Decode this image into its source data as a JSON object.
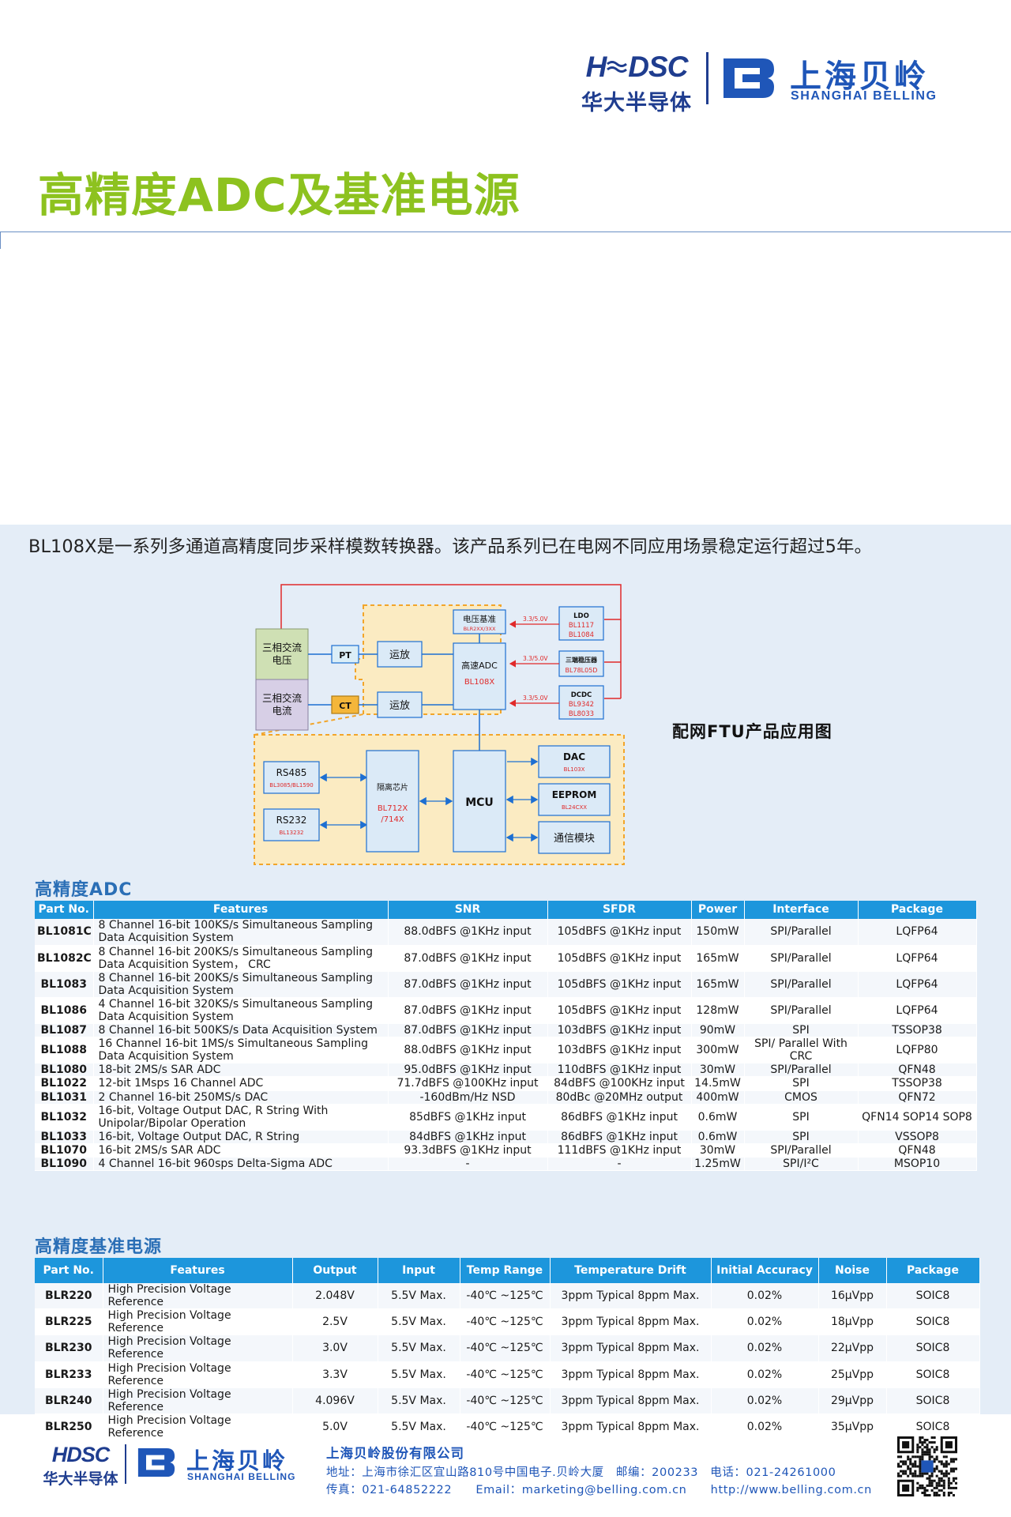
{
  "header": {
    "hdsc_mark": "HDSC",
    "hdsc_cn": "华大半导体",
    "belling_cn": "上海贝岭",
    "belling_en": "SHANGHAI BELLING",
    "title": "高精度ADC及基准电源"
  },
  "intro": "BL108X是一系列多通道高精度同步采样模数转换器。该产品系列已在电网不同应用场景稳定运行超过5年。",
  "diagram": {
    "caption": "配网FTU产品应用图",
    "blocks": {
      "voltage": "三相交流电压",
      "current": "三相交流电流",
      "pt": "PT",
      "ct": "CT",
      "opamp": "运放",
      "vref": "电压基准",
      "vref_part": "BLR2XX/3XX",
      "adc": "高速ADC",
      "adc_part": "BL108X",
      "ldo": "LDO",
      "ldo_parts": [
        "BL1117",
        "BL1084"
      ],
      "regulator": "三端稳压器",
      "regulator_part": "BL78L05D",
      "dcdc": "DCDC",
      "dcdc_parts": [
        "BL9342",
        "BL8033"
      ],
      "supply_label": "3.3/5.0V",
      "rs485": "RS485",
      "rs485_part": "BL3085/BL1590",
      "rs232": "RS232",
      "rs232_part": "BL13232",
      "isolator": "隔离芯片",
      "isolator_parts": [
        "BL712X",
        "/714X"
      ],
      "mcu": "MCU",
      "dac": "DAC",
      "dac_part": "BL103X",
      "eeprom": "EEPROM",
      "eeprom_part": "BL24CXX",
      "comm": "通信模块"
    }
  },
  "adc_section": {
    "title": "高精度ADC",
    "headers": [
      "Part No.",
      "Features",
      "SNR",
      "SFDR",
      "Power",
      "Interface",
      "Package"
    ],
    "rows": [
      [
        "BL1081C",
        "8 Channel 16-bit 100KS/s Simultaneous Sampling Data Acquisition System",
        "88.0dBFS @1KHz input",
        "105dBFS @1KHz input",
        "150mW",
        "SPI/Parallel",
        "LQFP64"
      ],
      [
        "BL1082C",
        "8 Channel 16-bit 200KS/s Simultaneous Sampling Data Acquisition System， CRC",
        "87.0dBFS @1KHz input",
        "105dBFS @1KHz input",
        "165mW",
        "SPI/Parallel",
        "LQFP64"
      ],
      [
        "BL1083",
        "8 Channel 16-bit 200KS/s Simultaneous Sampling Data Acquisition System",
        "87.0dBFS @1KHz input",
        "105dBFS @1KHz input",
        "165mW",
        "SPI/Parallel",
        "LQFP64"
      ],
      [
        "BL1086",
        "4 Channel 16-bit 320KS/s Simultaneous Sampling Data Acquisition System",
        "87.0dBFS @1KHz input",
        "105dBFS @1KHz input",
        "128mW",
        "SPI/Parallel",
        "LQFP64"
      ],
      [
        "BL1087",
        "8 Channel 16-bit 500KS/s Data Acquisition System",
        "87.0dBFS @1KHz input",
        "103dBFS @1KHz input",
        "90mW",
        "SPI",
        "TSSOP38"
      ],
      [
        "BL1088",
        "16 Channel 16-bit 1MS/s Simultaneous Sampling Data Acquisition System",
        "88.0dBFS @1KHz input",
        "103dBFS @1KHz input",
        "300mW",
        "SPI/ Parallel With CRC",
        "LQFP80"
      ],
      [
        "BL1080",
        "18-bit 2MS/s SAR ADC",
        "95.0dBFS @1KHz input",
        "110dBFS @1KHz input",
        "30mW",
        "SPI/Parallel",
        "QFN48"
      ],
      [
        "BL1022",
        "12-bit 1Msps 16 Channel ADC",
        "71.7dBFS @100KHz input",
        "84dBFS @100KHz input",
        "14.5mW",
        "SPI",
        "TSSOP38"
      ],
      [
        "BL1031",
        "2 Channel 16-bit 250MS/s DAC",
        "-160dBm/Hz NSD",
        "80dBc @20MHz output",
        "400mW",
        "CMOS",
        "QFN72"
      ],
      [
        "BL1032",
        "16-bit, Voltage Output DAC, R String With Unipolar/Bipolar Operation",
        "85dBFS @1KHz input",
        "86dBFS @1KHz input",
        "0.6mW",
        "SPI",
        "QFN14 SOP14 SOP8"
      ],
      [
        "BL1033",
        "16-bit, Voltage Output DAC, R String",
        "84dBFS @1KHz input",
        "86dBFS @1KHz input",
        "0.6mW",
        "SPI",
        "VSSOP8"
      ],
      [
        "BL1070",
        "16-bit 2MS/s SAR ADC",
        "93.3dBFS @1KHz input",
        "111dBFS @1KHz input",
        "30mW",
        "SPI/Parallel",
        "QFN48"
      ],
      [
        "BL1090",
        "4 Channel 16-bit 960sps Delta-Sigma ADC",
        "-",
        "-",
        "1.25mW",
        "SPI/I²C",
        "MSOP10"
      ]
    ]
  },
  "ref_section": {
    "title": "高精度基准电源",
    "headers": [
      "Part No.",
      "Features",
      "Output",
      "Input",
      "Temp Range",
      "Temperature Drift",
      "Initial Accuracy",
      "Noise",
      "Package"
    ],
    "rows": [
      [
        "BLR220",
        "High Precision Voltage Reference",
        "2.048V",
        "5.5V Max.",
        "-40℃ ~125℃",
        "3ppm Typical 8ppm Max.",
        "0.02%",
        "16μVpp",
        "SOIC8"
      ],
      [
        "BLR225",
        "High Precision Voltage Reference",
        "2.5V",
        "5.5V Max.",
        "-40℃ ~125℃",
        "3ppm Typical 8ppm Max.",
        "0.02%",
        "18μVpp",
        "SOIC8"
      ],
      [
        "BLR230",
        "High Precision Voltage Reference",
        "3.0V",
        "5.5V Max.",
        "-40℃ ~125℃",
        "3ppm Typical 8ppm Max.",
        "0.02%",
        "22μVpp",
        "SOIC8"
      ],
      [
        "BLR233",
        "High Precision Voltage Reference",
        "3.3V",
        "5.5V Max.",
        "-40℃ ~125℃",
        "3ppm Typical 8ppm Max.",
        "0.02%",
        "25μVpp",
        "SOIC8"
      ],
      [
        "BLR240",
        "High Precision Voltage Reference",
        "4.096V",
        "5.5V Max.",
        "-40℃ ~125℃",
        "3ppm Typical 8ppm Max.",
        "0.02%",
        "29μVpp",
        "SOIC8"
      ],
      [
        "BLR250",
        "High Precision Voltage Reference",
        "5.0V",
        "5.5V Max.",
        "-40℃ ~125℃",
        "3ppm Typical 8ppm Max.",
        "0.02%",
        "35μVpp",
        "SOIC8"
      ]
    ]
  },
  "footer": {
    "hdsc_mark": "HDSC",
    "hdsc_cn": "华大半导体",
    "belling_cn": "上海贝岭",
    "belling_en": "SHANGHAI BELLING",
    "company": "上海贝岭股份有限公司",
    "address_line": "地址：上海市徐汇区宜山路810号中国电子.贝岭大厦　邮编：200233　电话：021-24261000",
    "contact_line": "传真：021-64852222　　Email：marketing@belling.com.cn　　http://www.belling.com.cn"
  },
  "colors": {
    "title_green": "#8dc21f",
    "brand_blue": "#1f56b8",
    "header_blue": "#1d96dc",
    "panel_bg": "#e4edf7",
    "section_blue": "#2b6fb6"
  }
}
